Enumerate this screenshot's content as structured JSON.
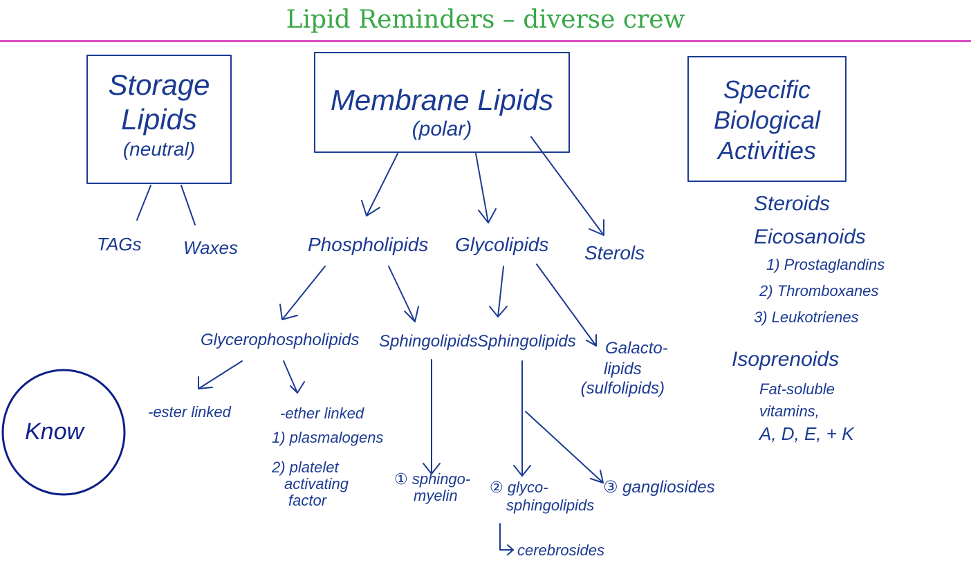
{
  "title": "Lipid Reminders – diverse crew",
  "colors": {
    "title": "#3aa84a",
    "rule": "#d94bc2",
    "ink": "#1b3a92",
    "know_ink": "#0d1f8a"
  },
  "boxes": {
    "storage": {
      "line1": "Storage",
      "line2": "Lipids",
      "line3": "(neutral)"
    },
    "membrane": {
      "line1": "Membrane Lipids",
      "line2": "(polar)"
    },
    "specific": {
      "line1": "Specific",
      "line2": "Biological",
      "line3": "Activities"
    }
  },
  "storage_children": {
    "tags": "TAGs",
    "waxes": "Waxes"
  },
  "membrane_children": {
    "phospholipids": "Phospholipids",
    "glycolipids": "Glycolipids",
    "sterols": "Sterols"
  },
  "phospholipid_children": {
    "glycerophospholipids": "Glycerophospholipids",
    "sphingolipids": "Sphingolipids"
  },
  "glycolipid_children": {
    "sphingolipids": "Sphingolipids",
    "galacto_line1": "Galacto-",
    "galacto_line2": "lipids",
    "galacto_line3": "(sulfolipids)"
  },
  "glycero_children": {
    "ester": "-ester linked",
    "ether": "-ether linked",
    "ether_item1": "1) plasmalogens",
    "ether_item2_line1": "2) platelet",
    "ether_item2_line2": "activating",
    "ether_item2_line3": "factor"
  },
  "sphingo_products": {
    "sphingomyelin_line1": "① sphingo-",
    "sphingomyelin_line2": "myelin",
    "glyco_line1": "② glyco-",
    "glyco_line2": "sphingolipids",
    "cerebrosides": "cerebrosides",
    "gangliosides": "③ gangliosides"
  },
  "specific_list": {
    "steroids": "Steroids",
    "eicosanoids": "Eicosanoids",
    "eico_1": "1) Prostaglandins",
    "eico_2": "2) Thromboxanes",
    "eico_3": "3) Leukotrienes",
    "isoprenoids": "Isoprenoids",
    "iso_line1": "Fat-soluble",
    "iso_line2": "vitamins,",
    "iso_line3": "A, D, E, + K"
  },
  "know": "Know"
}
